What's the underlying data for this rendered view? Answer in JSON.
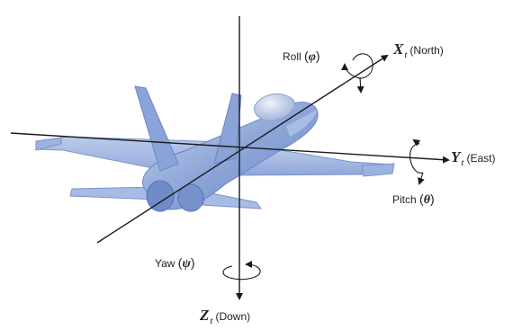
{
  "axes": {
    "x": {
      "symbol": "X",
      "subscript": "t",
      "label": "(North)"
    },
    "y": {
      "symbol": "Y",
      "subscript": "t",
      "label": "(East)"
    },
    "z": {
      "symbol": "Z",
      "subscript": "t",
      "label": "(Down)"
    }
  },
  "rotations": {
    "roll": {
      "name": "Roll",
      "symbol": "φ"
    },
    "pitch": {
      "name": "Pitch",
      "symbol": "θ"
    },
    "yaw": {
      "name": "Yaw",
      "symbol": "ψ"
    }
  },
  "colors": {
    "aircraft": "#8ea6d8",
    "aircraft_light": "#b9c9ec",
    "aircraft_dark": "#5f7cc0",
    "axis_line": "#1a1a1a"
  },
  "icons": {
    "aircraft": "fighter-jet-icon",
    "roll_arrow": "curved-arrow-icon",
    "pitch_arrow": "curved-arrow-icon",
    "yaw_arrow": "curved-arrow-icon"
  }
}
